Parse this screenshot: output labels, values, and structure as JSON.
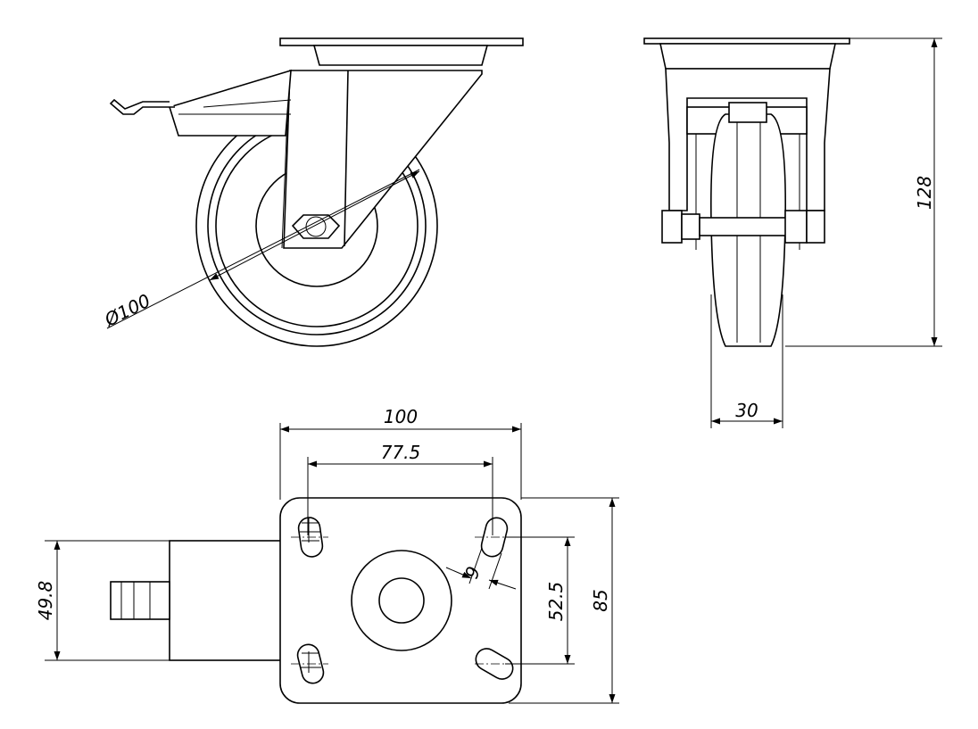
{
  "dimensions": {
    "wheel_diameter": "Ø100",
    "overall_height": "128",
    "wheel_width": "30",
    "plate_length": "100",
    "hole_spacing_length": "77.5",
    "hole_slot_width": "9",
    "hole_spacing_width": "52.5",
    "plate_width": "85",
    "brake_width": "49.8"
  },
  "colors": {
    "line": "#000000",
    "background": "#ffffff"
  }
}
